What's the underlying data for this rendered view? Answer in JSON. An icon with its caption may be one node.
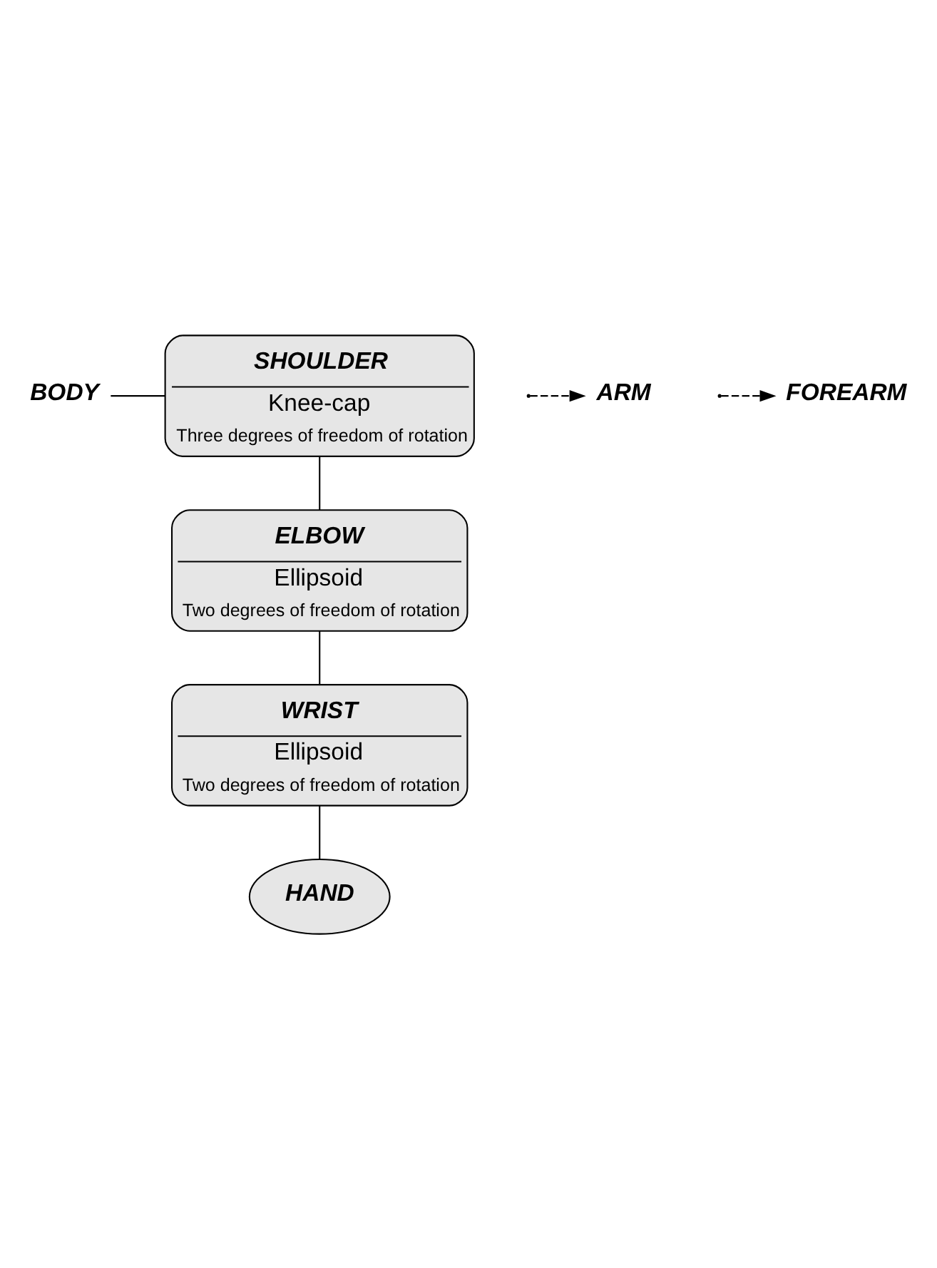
{
  "diagram": {
    "nodes": [
      {
        "text": [
          "BODY"
        ]
      },
      {
        "text": [
          "SHOULDER",
          "Knee-cap",
          "Three degrees of freedom of rotation"
        ]
      },
      {
        "text": [
          "ELBOW",
          "Ellipsoid",
          "Two degrees of freedom of rotation"
        ]
      },
      {
        "text": [
          "WRIST",
          "Ellipsoid",
          "Two degrees of freedom of rotation"
        ]
      },
      {
        "text": [
          "HAND"
        ]
      },
      {
        "text": [
          "ARM"
        ]
      },
      {
        "text": [
          "FOREARM"
        ]
      }
    ],
    "edges": [
      {
        "from": 0,
        "to": 1,
        "arrow": "none"
      },
      {
        "from": 1,
        "to": 2,
        "arrow": "none"
      },
      {
        "from": null,
        "to": 5,
        "arrow": "to",
        "style": "dashed"
      },
      {
        "from": 2,
        "to": 3,
        "arrow": "none"
      },
      {
        "from": null,
        "to": 6,
        "arrow": "to",
        "style": "dashed"
      },
      {
        "from": 3,
        "to": 4,
        "arrow": "none"
      }
    ]
  }
}
